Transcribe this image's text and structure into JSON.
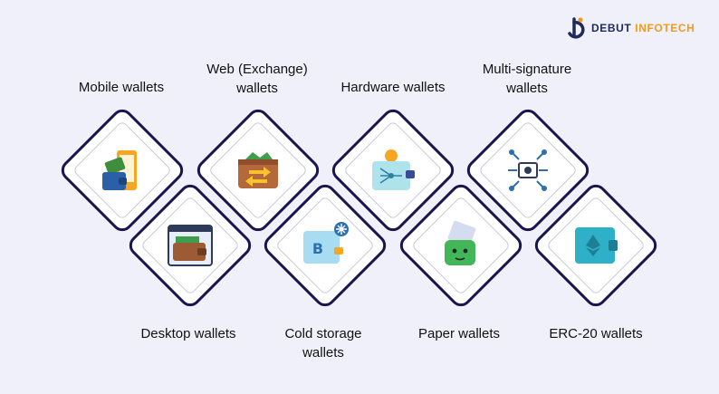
{
  "brand": {
    "name_part1": "DEBUT",
    "name_part2": "INFOTECH",
    "accent": "#f39a1e",
    "navy": "#1d2a5a"
  },
  "wallets": [
    {
      "line1": "Mobile wallets",
      "line2": "",
      "icon": "mobile-wallet-icon"
    },
    {
      "line1": "Web (Exchange)",
      "line2": "wallets",
      "icon": "exchange-wallet-icon"
    },
    {
      "line1": "Hardware wallets",
      "line2": "",
      "icon": "hardware-wallet-icon"
    },
    {
      "line1": "Multi-signature",
      "line2": "wallets",
      "icon": "multi-signature-icon"
    },
    {
      "line1": "Desktop wallets",
      "line2": "",
      "icon": "desktop-wallet-icon"
    },
    {
      "line1": "Cold storage",
      "line2": "wallets",
      "icon": "cold-storage-icon"
    },
    {
      "line1": "Paper wallets",
      "line2": "",
      "icon": "paper-wallet-icon"
    },
    {
      "line1": "ERC-20 wallets",
      "line2": "",
      "icon": "erc20-wallet-icon"
    }
  ],
  "colors": {
    "diamond_border": "#1a1550",
    "background": "#f0f0fa"
  }
}
